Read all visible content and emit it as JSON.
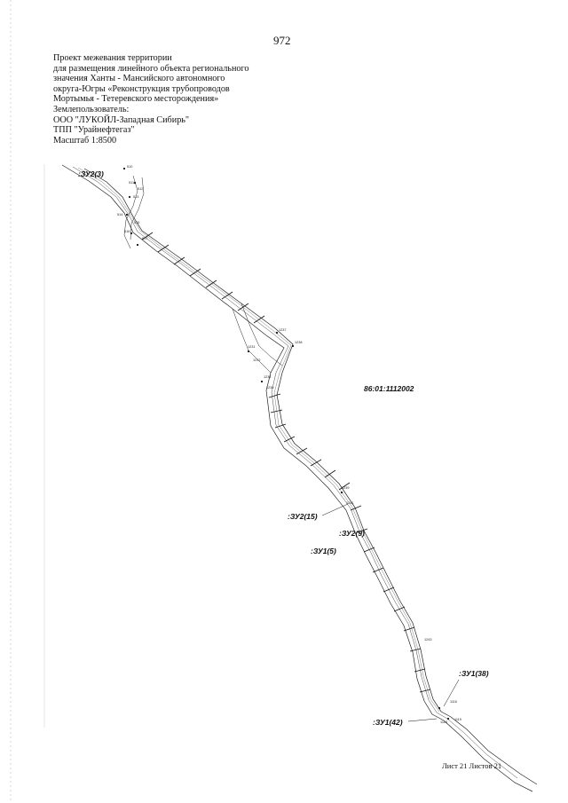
{
  "page_number": "972",
  "header": {
    "lines": [
      "Проект межевания территории",
      "для размещения линейного объекта регионального",
      "значения Ханты - Мансийского автономного",
      "округа-Югры «Реконструкция трубопроводов",
      "Мортымья - Тетеревского месторождения»",
      "Землепользователь:",
      "ООО \"ЛУКОЙЛ-Западная Сибирь\"",
      "ТПП \"Урайнефтегаз\"",
      "Масштаб 1:8500"
    ]
  },
  "map": {
    "cadastral_number": "86:01:1112002",
    "plot_labels": [
      ":ЗУ2(3)",
      ":ЗУ2(15)",
      ":ЗУ2(9)",
      ":ЗУ1(5)",
      ":ЗУ1(38)",
      ":ЗУ1(42)"
    ],
    "point_numbers": [
      "510",
      "511",
      "512",
      "513",
      "514",
      "515",
      "516",
      "517",
      "1231",
      "1232",
      "1234",
      "1236",
      "1237",
      "1238",
      "1239",
      "1241",
      "1243",
      "1116",
      "1118",
      "1119"
    ]
  },
  "footer": {
    "sheet_text": "Лист 21 Листов 21"
  }
}
